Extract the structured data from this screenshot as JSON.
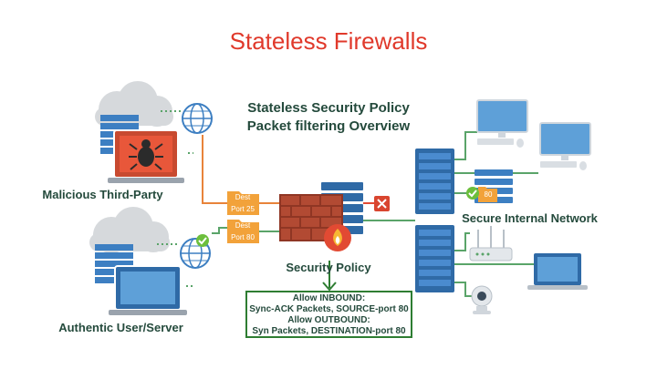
{
  "title": "Stateless Firewalls",
  "subtitle_line1": "Stateless Security Policy",
  "subtitle_line2": "Packet filtering Overview",
  "labels": {
    "malicious": "Malicious Third-Party",
    "authentic": "Authentic User/Server",
    "security_policy": "Security Policy",
    "secure_network": "Secure Internal Network"
  },
  "packets": {
    "malicious_dest": "Dest",
    "malicious_port": "Port 25",
    "authentic_dest": "Dest",
    "authentic_port": "Port 80",
    "allowed_port": "80"
  },
  "policy_rules": {
    "line1": "Allow INBOUND:",
    "line2": "Sync-ACK Packets, SOURCE-port 80",
    "line3": "Allow OUTBOUND:",
    "line4": "Syn Packets, DESTINATION-port 80"
  },
  "colors": {
    "title": "#e0392b",
    "label_text": "#244a3c",
    "malicious_link": "#e8833a",
    "authentic_link": "#5aa469",
    "server_blue": "#2f6aa6",
    "cloud_gray": "#d6d9dc",
    "firewall_brick": "#a0412d",
    "alert_red": "#e24a33",
    "allow_green": "#6cbf3c",
    "packet_orange": "#f2a23a",
    "rule_box_border": "#2e7d32"
  },
  "icons": [
    "cloud-icon",
    "server-icon",
    "globe-icon",
    "bug-icon",
    "laptop-icon",
    "firewall-icon",
    "fire-icon",
    "block-x-icon",
    "check-icon",
    "desktop-icon",
    "router-icon",
    "webcam-icon"
  ]
}
